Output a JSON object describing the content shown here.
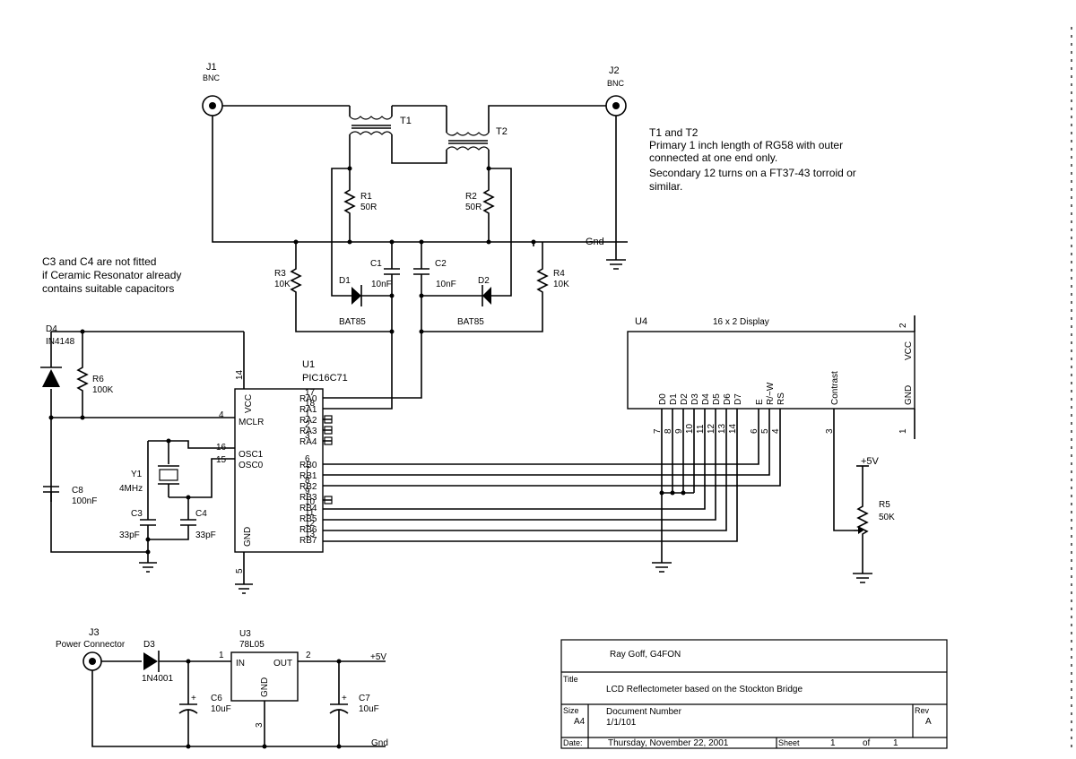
{
  "connectors": {
    "j1": {
      "ref": "J1",
      "type": "BNC"
    },
    "j2": {
      "ref": "J2",
      "type": "BNC"
    },
    "j3": {
      "ref": "J3",
      "type": "Power Connector"
    }
  },
  "transformers": {
    "t1": "T1",
    "t2": "T2",
    "note": [
      "T1 and T2",
      "Primary 1 inch length of RG58 with outer",
      "connected at one end only.",
      "Secondary 12 turns on a FT37-43 torroid or",
      "similar."
    ]
  },
  "resistors": {
    "r1": {
      "ref": "R1",
      "value": "50R"
    },
    "r2": {
      "ref": "R2",
      "value": "50R"
    },
    "r3": {
      "ref": "R3",
      "value": "10K"
    },
    "r4": {
      "ref": "R4",
      "value": "10K"
    },
    "r5": {
      "ref": "R5",
      "value": "50K"
    },
    "r6": {
      "ref": "R6",
      "value": "100K"
    }
  },
  "capacitors": {
    "c1": {
      "ref": "C1",
      "value": "10nF"
    },
    "c2": {
      "ref": "C2",
      "value": "10nF"
    },
    "c3": {
      "ref": "C3",
      "value": "33pF"
    },
    "c4": {
      "ref": "C4",
      "value": "33pF"
    },
    "c6": {
      "ref": "C6",
      "value": "10uF"
    },
    "c7": {
      "ref": "C7",
      "value": "10uF"
    },
    "c8": {
      "ref": "C8",
      "value": "100nF"
    },
    "polarity": "+"
  },
  "diodes": {
    "d1": {
      "ref": "D1",
      "value": "BAT85"
    },
    "d2": {
      "ref": "D2",
      "value": "BAT85"
    },
    "d3": {
      "ref": "D3",
      "value": "1N4001"
    },
    "d4": {
      "ref": "D4",
      "value": "IN4148"
    }
  },
  "crystal": {
    "ref": "Y1",
    "value": "4MHz"
  },
  "gnd_label": "Gnd",
  "plus5v": "+5V",
  "cap_note": [
    "C3 and C4 are not fitted",
    "if Ceramic Resonator already",
    "contains suitable capacitors"
  ],
  "u1": {
    "ref": "U1",
    "part": "PIC16C71",
    "pins": {
      "vcc": "VCC",
      "mclr": "MCLR",
      "osc1": "OSC1",
      "osc0": "OSC0",
      "gnd": "GND",
      "ra0": "RA0",
      "ra1": "RA1",
      "ra2": "RA2",
      "ra3": "RA3",
      "ra4": "RA4",
      "rb0": "RB0",
      "rb1": "RB1",
      "rb2": "RB2",
      "rb3": "RB3",
      "rb4": "RB4",
      "rb5": "RB5",
      "rb6": "RB6",
      "rb7": "RB7"
    },
    "pin_numbers": {
      "vcc": "14",
      "mclr": "4",
      "osc1": "16",
      "osc0": "15",
      "gnd": "5",
      "ra0": "17",
      "ra1": "18",
      "ra2": "1",
      "ra3": "2",
      "ra4": "3",
      "rb0": "6",
      "rb1": "7",
      "rb2": "8",
      "rb3": "9",
      "rb4": "10",
      "rb5": "11",
      "rb6": "12",
      "rb7": "13"
    }
  },
  "u3": {
    "ref": "U3",
    "part": "78L05",
    "pins": {
      "in": "IN",
      "out": "OUT",
      "gnd": "GND"
    },
    "pin_numbers": {
      "in": "1",
      "out": "2",
      "gnd": "3"
    }
  },
  "u4": {
    "ref": "U4",
    "part": "16 x 2 Display",
    "pins": [
      "D0",
      "D1",
      "D2",
      "D3",
      "D4",
      "D5",
      "D6",
      "D7",
      "E",
      "R/~W",
      "RS",
      "Contrast",
      "VCC",
      "GND"
    ],
    "pin_numbers": [
      "7",
      "8",
      "9",
      "10",
      "11",
      "12",
      "13",
      "14",
      "6",
      "5",
      "4",
      "3",
      "2",
      "1"
    ]
  },
  "title_block": {
    "author": "Ray Goff, G4FON",
    "title_label": "Title",
    "title": "LCD Reflectometer based on the Stockton Bridge",
    "size_label": "Size",
    "size": "A4",
    "docnum_label": "Document Number",
    "docnum": "1/1/101",
    "rev_label": "Rev",
    "rev": "A",
    "date_label": "Date:",
    "date": "Thursday, November 22, 2001",
    "sheet_label": "Sheet",
    "sheet": "1",
    "of_label": "of",
    "sheet_total": "1"
  }
}
